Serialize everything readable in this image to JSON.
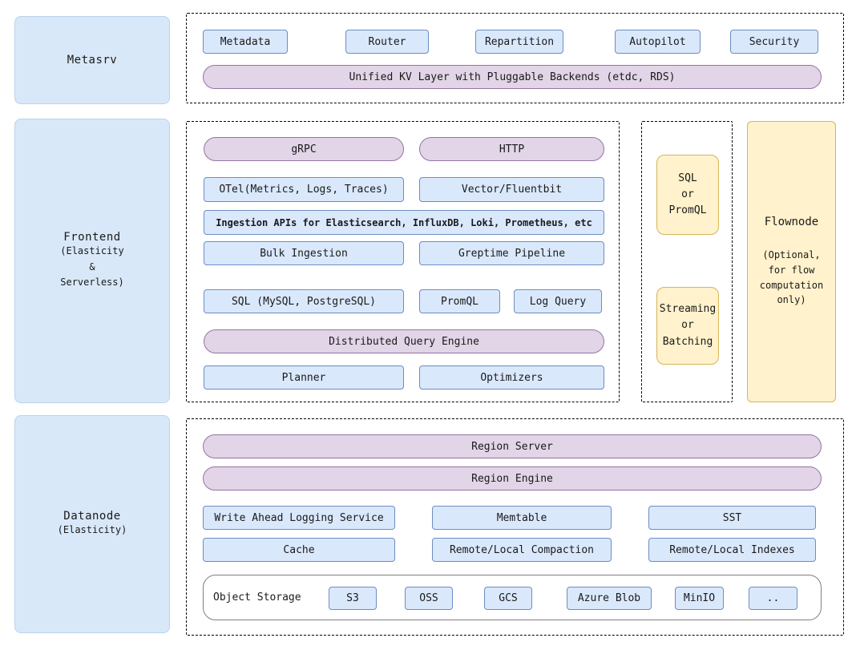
{
  "colors": {
    "blue_fill": "#dae8fc",
    "blue_border": "#6c8ebf",
    "purple_fill": "#e1d5e7",
    "purple_border": "#9673a6",
    "yellow_fill": "#fff2cc",
    "yellow_border": "#d6b656",
    "panel_fill": "#d9e8f8"
  },
  "metasrv": {
    "panel_label": "Metasrv",
    "services": [
      "Metadata",
      "Router",
      "Repartition",
      "Autopilot",
      "Security"
    ],
    "kv_layer": "Unified KV Layer with Pluggable Backends (etdc, RDS)"
  },
  "frontend": {
    "panel_label": "Frontend",
    "panel_sublines": [
      "(Elasticity",
      "&",
      "Serverless)"
    ],
    "protocols": [
      "gRPC",
      "HTTP"
    ],
    "ingest_sources": [
      "OTel(Metrics, Logs, Traces)",
      "Vector/Fluentbit"
    ],
    "ingestion_apis": "Ingestion APIs for Elasticsearch, InfluxDB, Loki, Prometheus, etc",
    "ingest_modes": [
      "Bulk Ingestion",
      "Greptime Pipeline"
    ],
    "query_languages": [
      "SQL (MySQL, PostgreSQL)",
      "PromQL",
      "Log Query"
    ],
    "query_engine": "Distributed Query Engine",
    "engine_parts": [
      "Planner",
      "Optimizers"
    ]
  },
  "flow_link": {
    "top_lines": [
      "SQL",
      "or",
      "PromQL"
    ],
    "bottom_lines": [
      "Streaming",
      "or",
      "Batching"
    ]
  },
  "flownode": {
    "label": "Flownode",
    "sublines": [
      "(Optional,",
      "for flow",
      "computation",
      "only)"
    ]
  },
  "datanode": {
    "panel_label": "Datanode",
    "panel_sublines": [
      "(Elasticity)"
    ],
    "region_server": "Region Server",
    "region_engine": "Region Engine",
    "components_row1": [
      "Write Ahead Logging Service",
      "Memtable",
      "SST"
    ],
    "components_row2": [
      "Cache",
      "Remote/Local Compaction",
      "Remote/Local Indexes"
    ],
    "object_storage": {
      "label": "Object Storage",
      "providers": [
        "S3",
        "OSS",
        "GCS",
        "Azure Blob",
        "MinIO",
        ".."
      ]
    }
  }
}
